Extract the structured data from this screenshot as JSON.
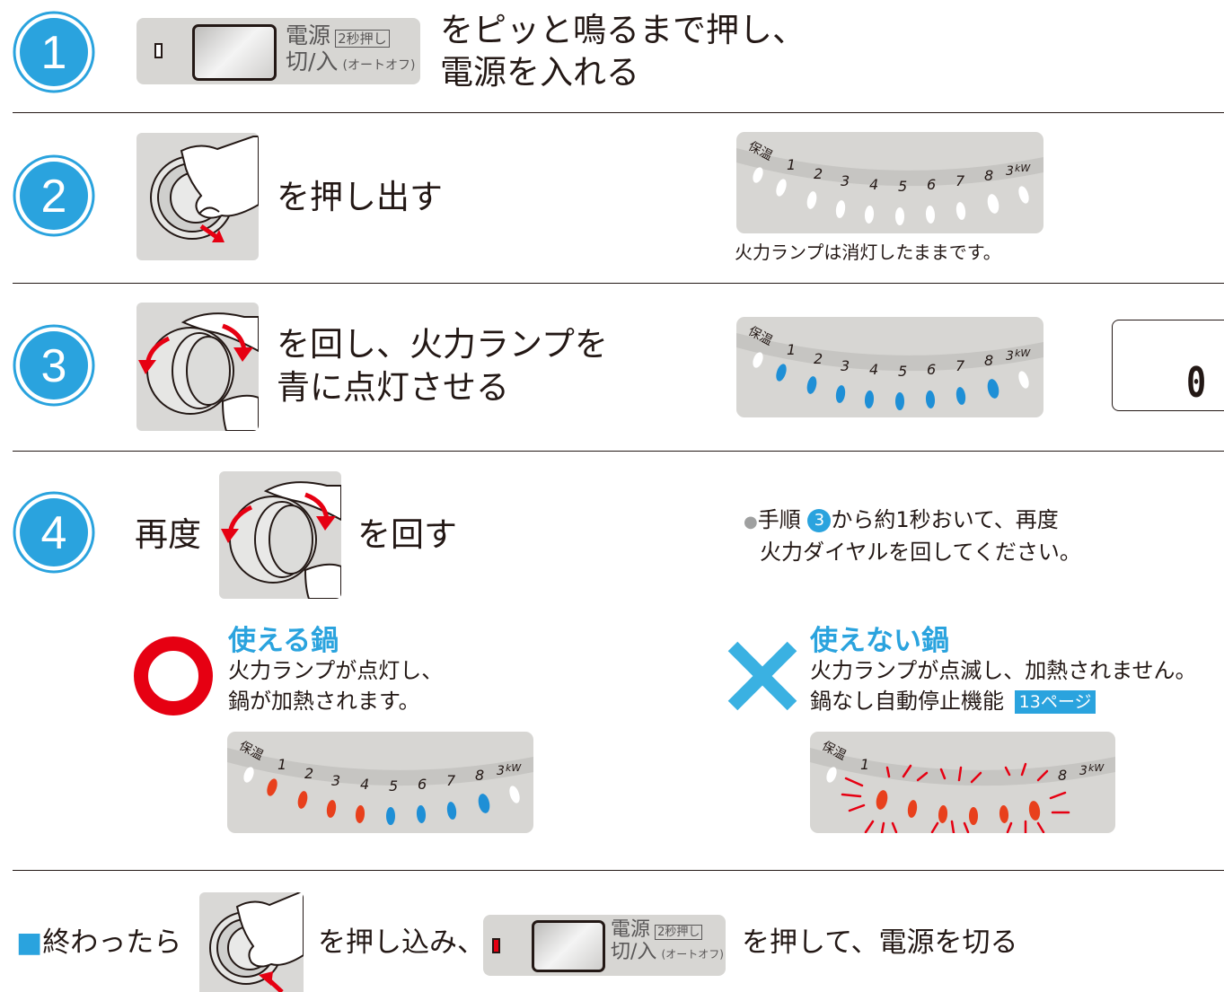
{
  "steps": [
    {
      "number": "1",
      "text_line1": "をピッと鳴るまで押し、",
      "text_line2": "電源を入れる"
    },
    {
      "number": "2",
      "text": "を押し出す",
      "caption": "火力ランプは消灯したままです。"
    },
    {
      "number": "3",
      "text_line1": "を回し、火力ランプを",
      "text_line2": "青に点灯させる",
      "display_value": "0"
    },
    {
      "number": "4",
      "prefix": "再度",
      "suffix": "を回す",
      "note_bullet": "●",
      "note_line1_a": "手順",
      "note_ref": "3",
      "note_line1_b": "から約1秒おいて、再度",
      "note_line2": "火力ダイヤルを回してください。"
    }
  ],
  "power_button": {
    "label_main1": "電源",
    "label_box": "2秒押し",
    "label_main2": "切/入",
    "label_sub": "(オートオフ)"
  },
  "lamp_panel": {
    "keep_warm": "保温",
    "levels": [
      "1",
      "2",
      "3",
      "4",
      "5",
      "6",
      "7",
      "8"
    ],
    "max": "3",
    "unit": "kW"
  },
  "usable": {
    "title": "使える鍋",
    "line1": "火力ランプが点灯し、",
    "line2": "鍋が加熱されます。"
  },
  "unusable": {
    "title": "使えない鍋",
    "line1": "火力ランプが点滅し、加熱されません。",
    "line2": "鍋なし自動停止機能",
    "page_ref": "13ページ"
  },
  "finish": {
    "prefix": "■",
    "label": "終わったら",
    "mid": "を押し込み、",
    "end": "を押して、電源を切る"
  },
  "colors": {
    "accent": "#2aa3de",
    "lamp_blue": "#1e8fd6",
    "lamp_red": "#e8401c",
    "ok_red": "#e60012",
    "ng_blue": "#3ab1e2"
  }
}
